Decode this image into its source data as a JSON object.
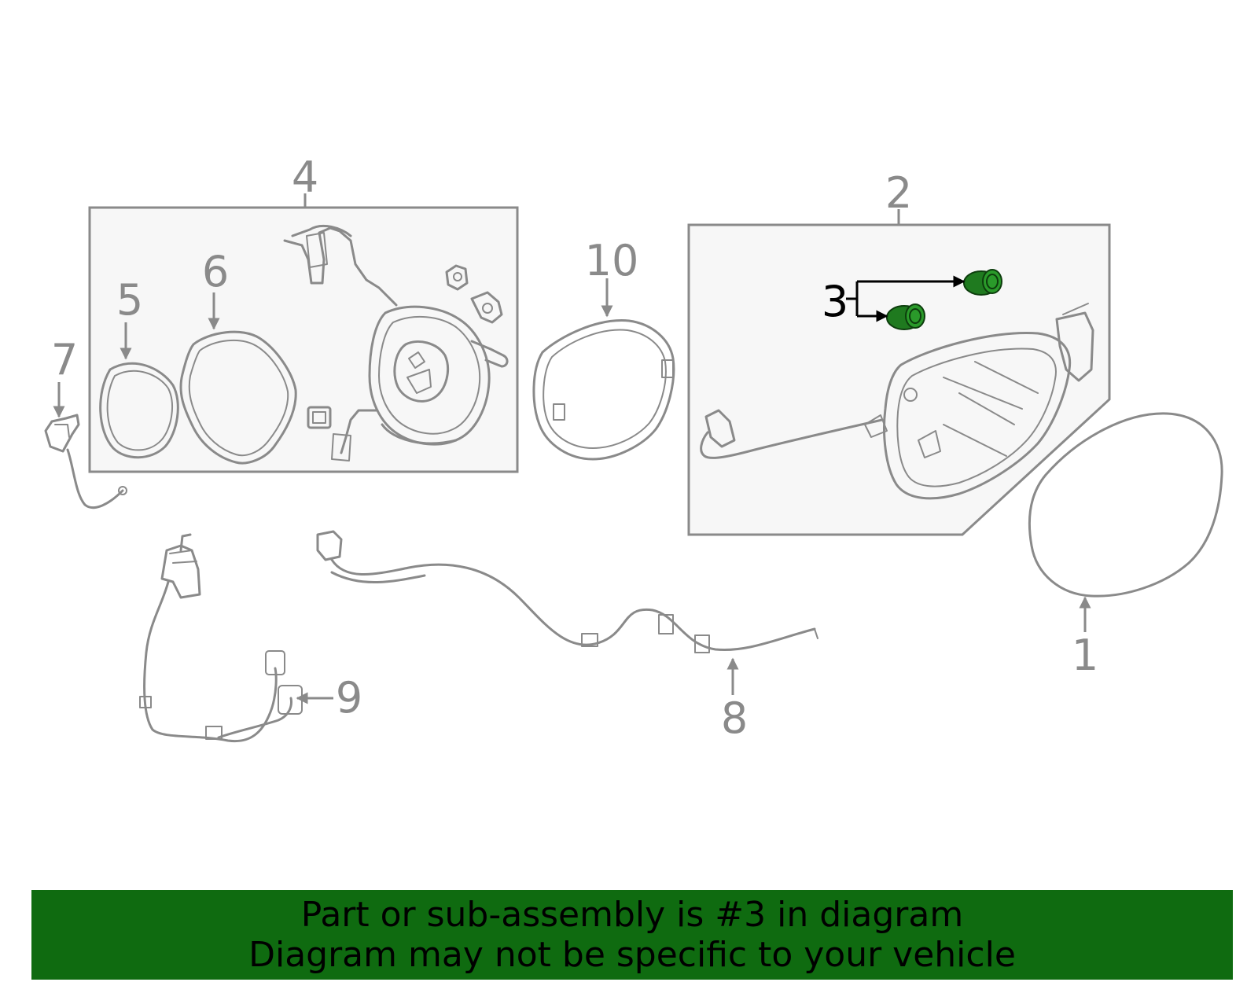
{
  "colors": {
    "outline": "#8a8a8a",
    "highlight_fill": "#1f7a1f",
    "banner_bg": "#0f6b10",
    "banner_text": "#000000"
  },
  "callouts": {
    "c1": "1",
    "c2": "2",
    "c3": "3",
    "c4": "4",
    "c5": "5",
    "c6": "6",
    "c7": "7",
    "c8": "8",
    "c9": "9",
    "c10": "10"
  },
  "highlighted_part": "3",
  "banner": {
    "line1": "Part or sub-assembly is #3 in diagram",
    "line2": "Diagram may not be specific to your vehicle"
  }
}
